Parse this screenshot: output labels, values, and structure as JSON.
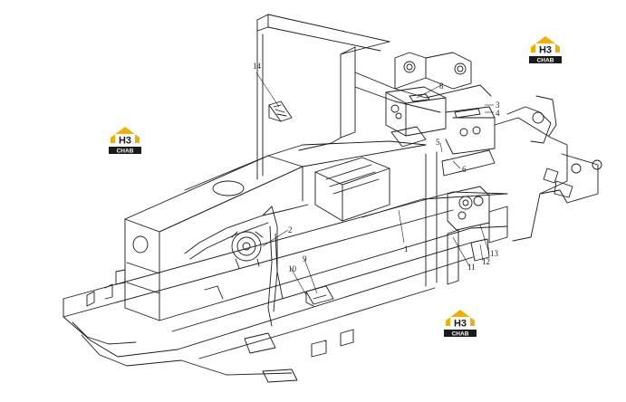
{
  "callouts": [
    {
      "id": "c14",
      "label": "14"
    },
    {
      "id": "c8",
      "label": "8"
    },
    {
      "id": "c3",
      "label": "3"
    },
    {
      "id": "c4",
      "label": "4"
    },
    {
      "id": "c5",
      "label": "5"
    },
    {
      "id": "c6",
      "label": "6"
    },
    {
      "id": "c2",
      "label": "2"
    },
    {
      "id": "c9",
      "label": "9"
    },
    {
      "id": "c10",
      "label": "10"
    },
    {
      "id": "c1",
      "label": "1"
    },
    {
      "id": "c11",
      "label": "11"
    },
    {
      "id": "c12",
      "label": "12"
    },
    {
      "id": "c13",
      "label": "13"
    }
  ],
  "logo": {
    "mark": "H3",
    "caption": "CHAB",
    "colors": {
      "accent": "#f0b000",
      "dark": "#1a1a1a",
      "light": "#ffffff"
    }
  },
  "drawing_colors": {
    "line": "#1a1a1a",
    "background": "#ffffff"
  }
}
